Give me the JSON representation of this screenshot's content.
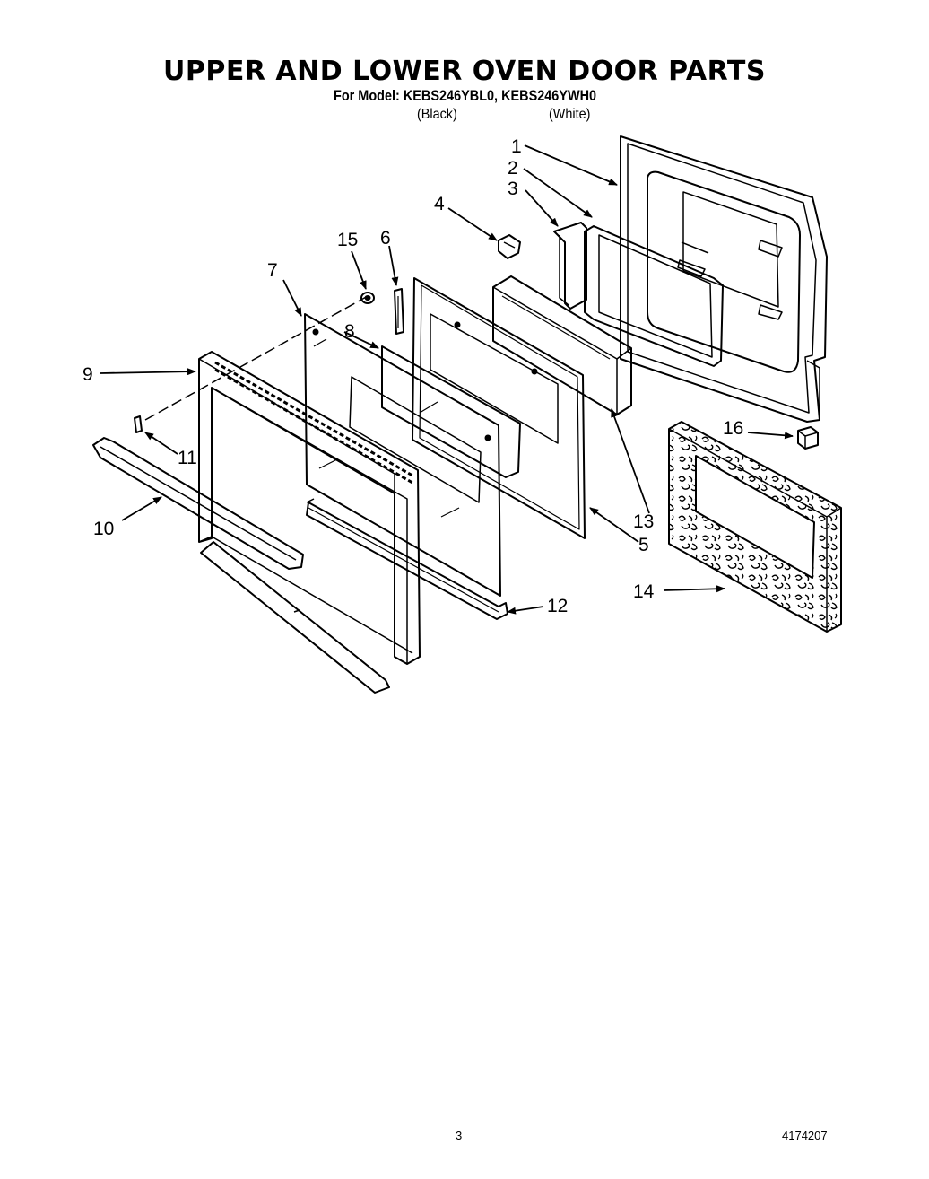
{
  "header": {
    "title": "UPPER AND LOWER OVEN DOOR PARTS",
    "model_line": "For Model: KEBS246YBL0, KEBS246YWH0",
    "variant_black": "(Black)",
    "variant_white": "(White)"
  },
  "callouts": {
    "c1": "1",
    "c2": "2",
    "c3": "3",
    "c4": "4",
    "c5": "5",
    "c6": "6",
    "c7": "7",
    "c8": "8",
    "c9": "9",
    "c10": "10",
    "c11": "11",
    "c12": "12",
    "c13": "13",
    "c14": "14",
    "c15": "15",
    "c16": "16"
  },
  "footer": {
    "page": "3",
    "doc_number": "4174207"
  }
}
